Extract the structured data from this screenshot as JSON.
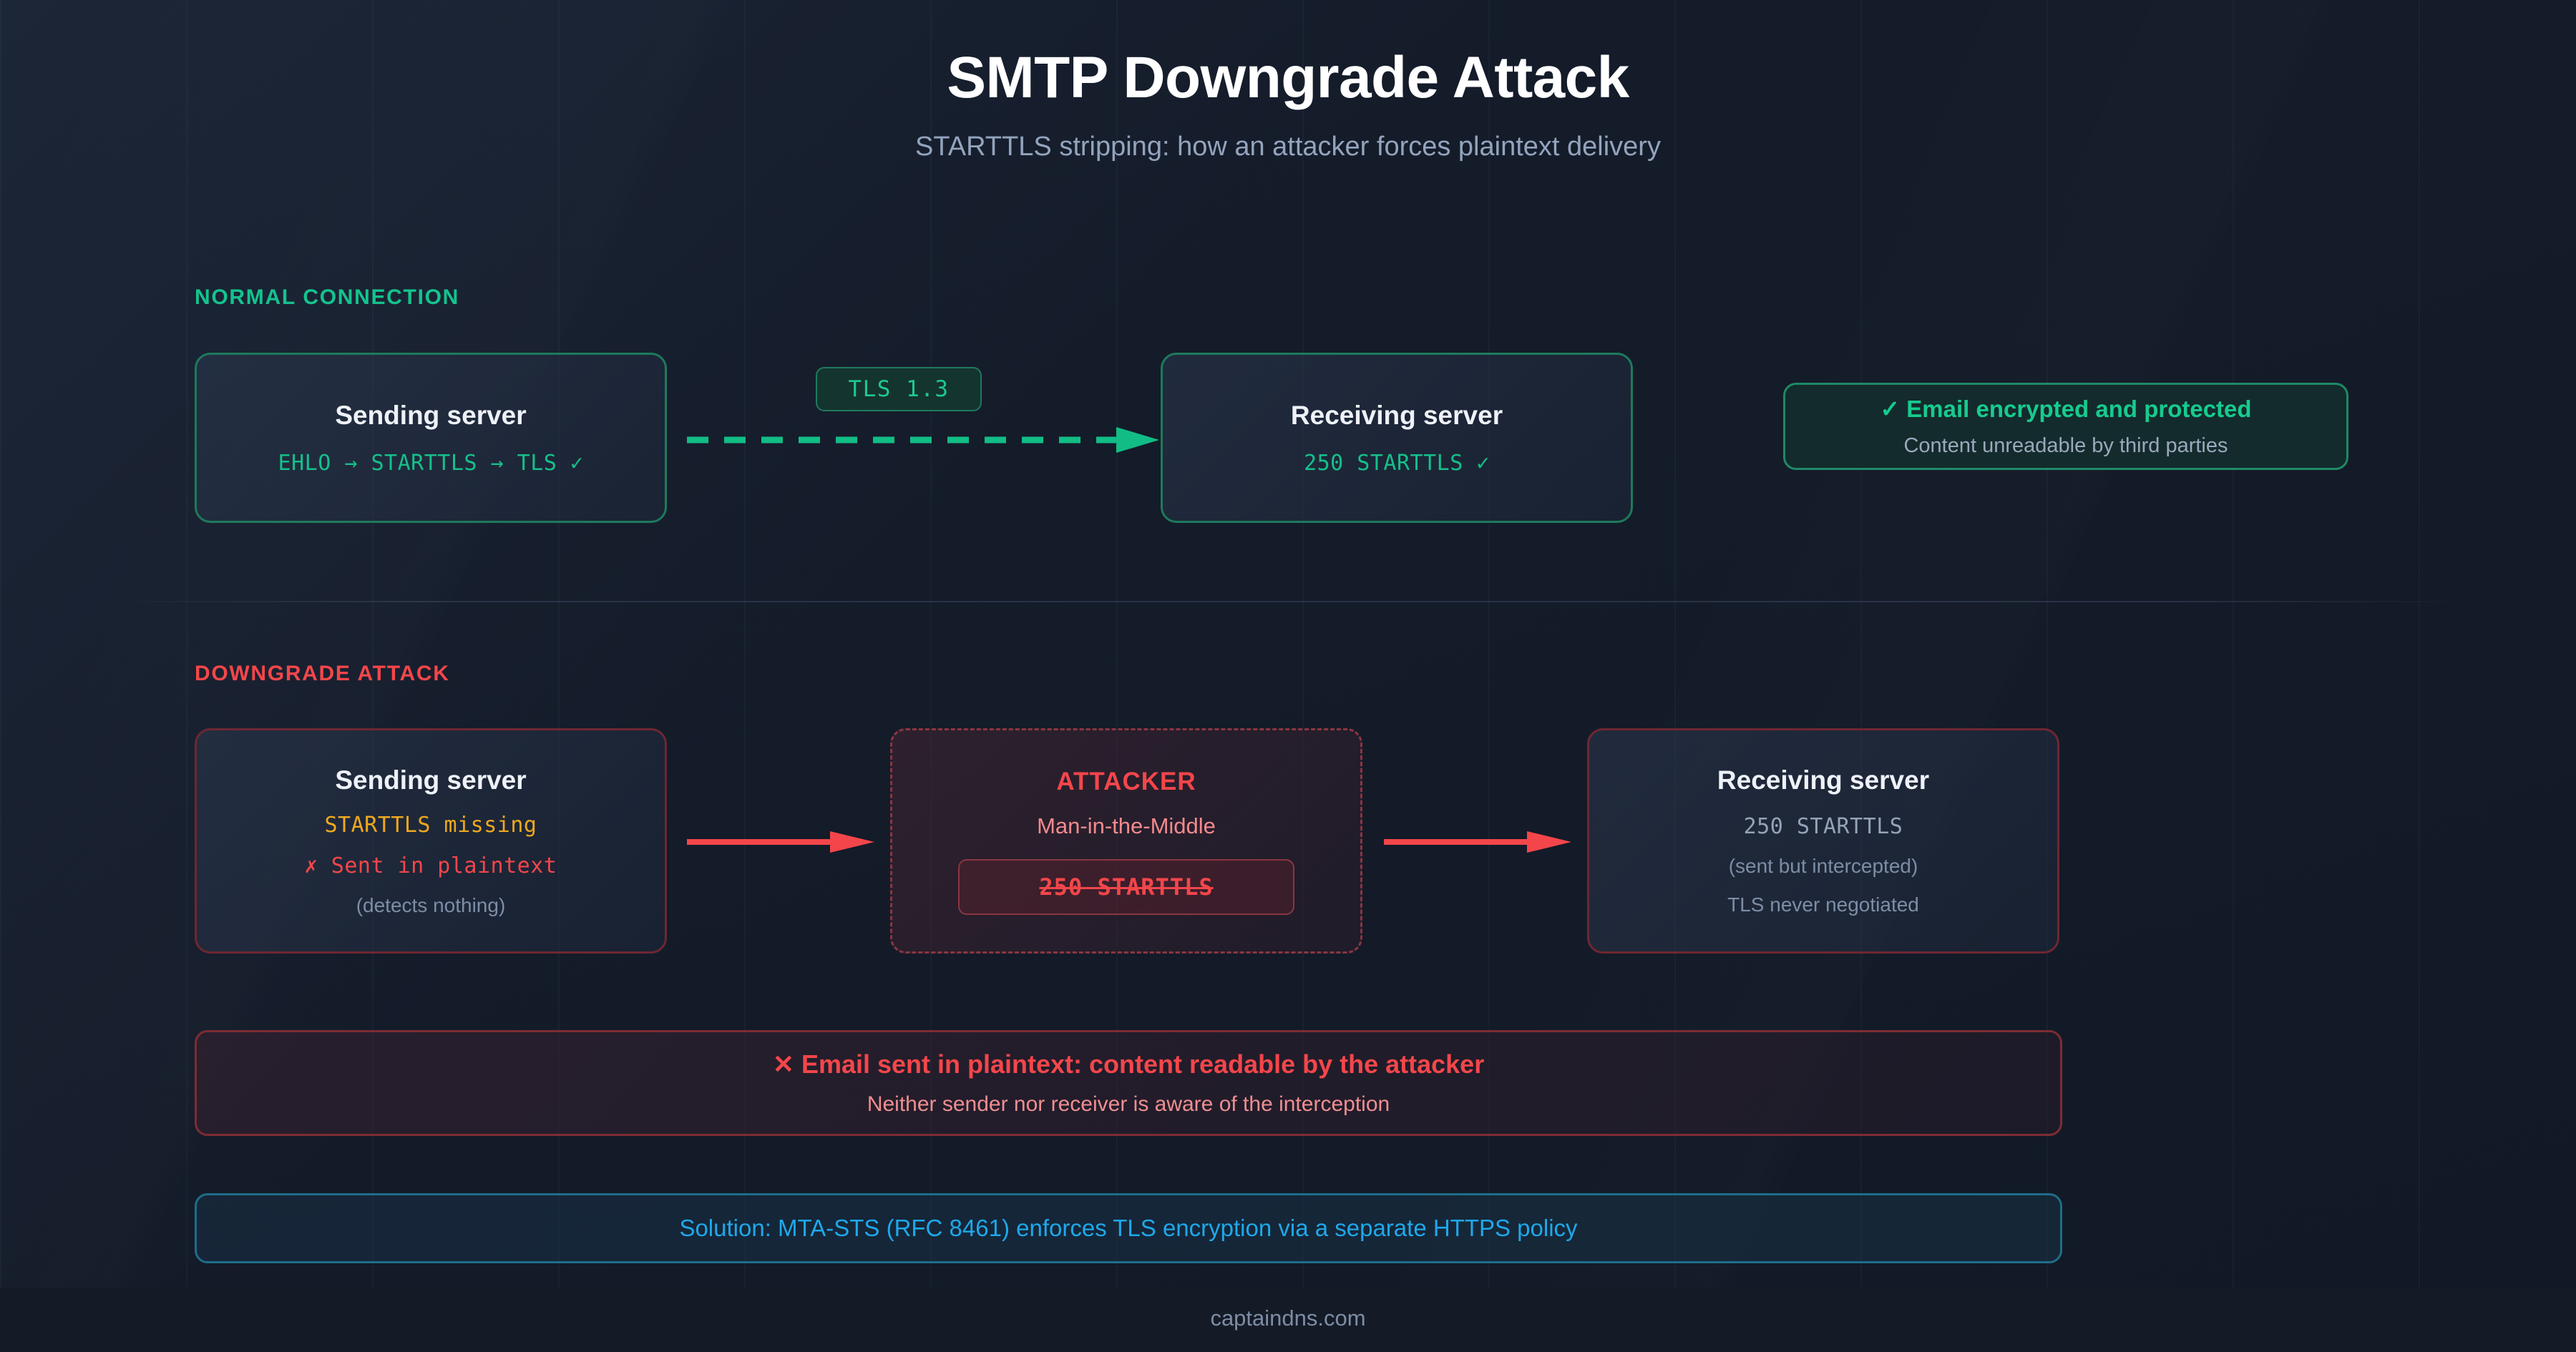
{
  "header": {
    "title": "SMTP Downgrade Attack",
    "subtitle": "STARTTLS stripping: how an attacker forces plaintext delivery"
  },
  "sections": {
    "normal_label": "NORMAL CONNECTION",
    "downgrade_label": "DOWNGRADE ATTACK"
  },
  "normal_row": {
    "sender": {
      "title": "Sending server",
      "detail": "EHLO → STARTTLS → TLS ✓"
    },
    "tls_badge": "TLS 1.3",
    "receiver": {
      "title": "Receiving server",
      "detail": "250 STARTTLS ✓"
    },
    "success": {
      "title": "✓ Email encrypted and protected",
      "subtitle": "Content unreadable by third parties"
    }
  },
  "attack_row": {
    "sender": {
      "title": "Sending server",
      "line1": "STARTTLS missing",
      "line2": "✗ Sent in plaintext",
      "line3": "(detects nothing)"
    },
    "attacker": {
      "title": "ATTACKER",
      "subtitle": "Man-in-the-Middle",
      "stripped_command": "250 STARTTLS"
    },
    "receiver": {
      "title": "Receiving server",
      "line1": "250 STARTTLS",
      "line2": "(sent but intercepted)",
      "line3": "TLS never negotiated"
    }
  },
  "alert": {
    "title": "✕ Email sent in plaintext: content readable by the attacker",
    "subtitle": "Neither sender nor receiver is aware of the interception"
  },
  "solution": {
    "text": "Solution: MTA-STS (RFC 8461) enforces TLS encryption via a separate HTTPS policy"
  },
  "footer": {
    "site": "captaindns.com"
  },
  "colors": {
    "background": "#141b29",
    "green": "#14c38e",
    "red": "#f4464a",
    "amber": "#f0a81e",
    "blue": "#1fa8ea",
    "muted": "#7e8da4"
  }
}
